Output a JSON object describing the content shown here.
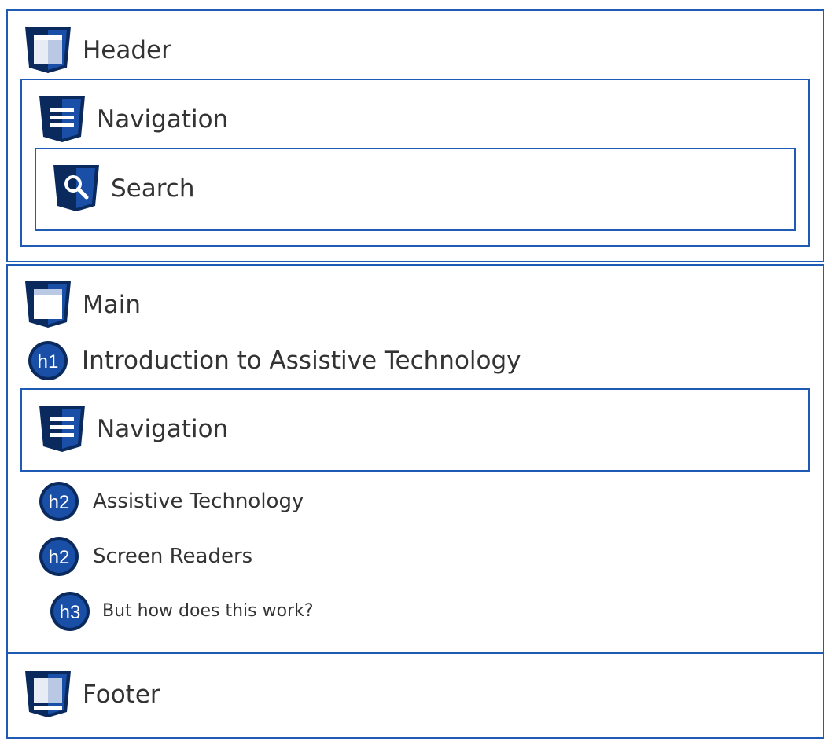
{
  "landmarks": {
    "header": {
      "label": "Header",
      "icon": "header-landmark-icon"
    },
    "header_navigation": {
      "label": "Navigation",
      "icon": "navigation-landmark-icon"
    },
    "search": {
      "label": "Search",
      "icon": "search-landmark-icon"
    },
    "main": {
      "label": "Main",
      "icon": "main-landmark-icon"
    },
    "main_navigation": {
      "label": "Navigation",
      "icon": "navigation-landmark-icon"
    },
    "footer": {
      "label": "Footer",
      "icon": "footer-landmark-icon"
    }
  },
  "headings": [
    {
      "level": "h1",
      "text": "Introduction to Assistive Technology",
      "icon": "heading-level-1-icon"
    },
    {
      "level": "h2",
      "text": "Assistive Technology",
      "icon": "heading-level-2-icon"
    },
    {
      "level": "h2",
      "text": "Screen Readers",
      "icon": "heading-level-2-icon"
    },
    {
      "level": "h3",
      "text": "But how does this work?",
      "icon": "heading-level-3-icon"
    }
  ],
  "colors": {
    "border": "#1f5bb5",
    "shield_dark": "#0a2a5e",
    "shield_mid": "#1a4fa8",
    "heading_circle": "#1a4fa8",
    "text": "#333333"
  }
}
